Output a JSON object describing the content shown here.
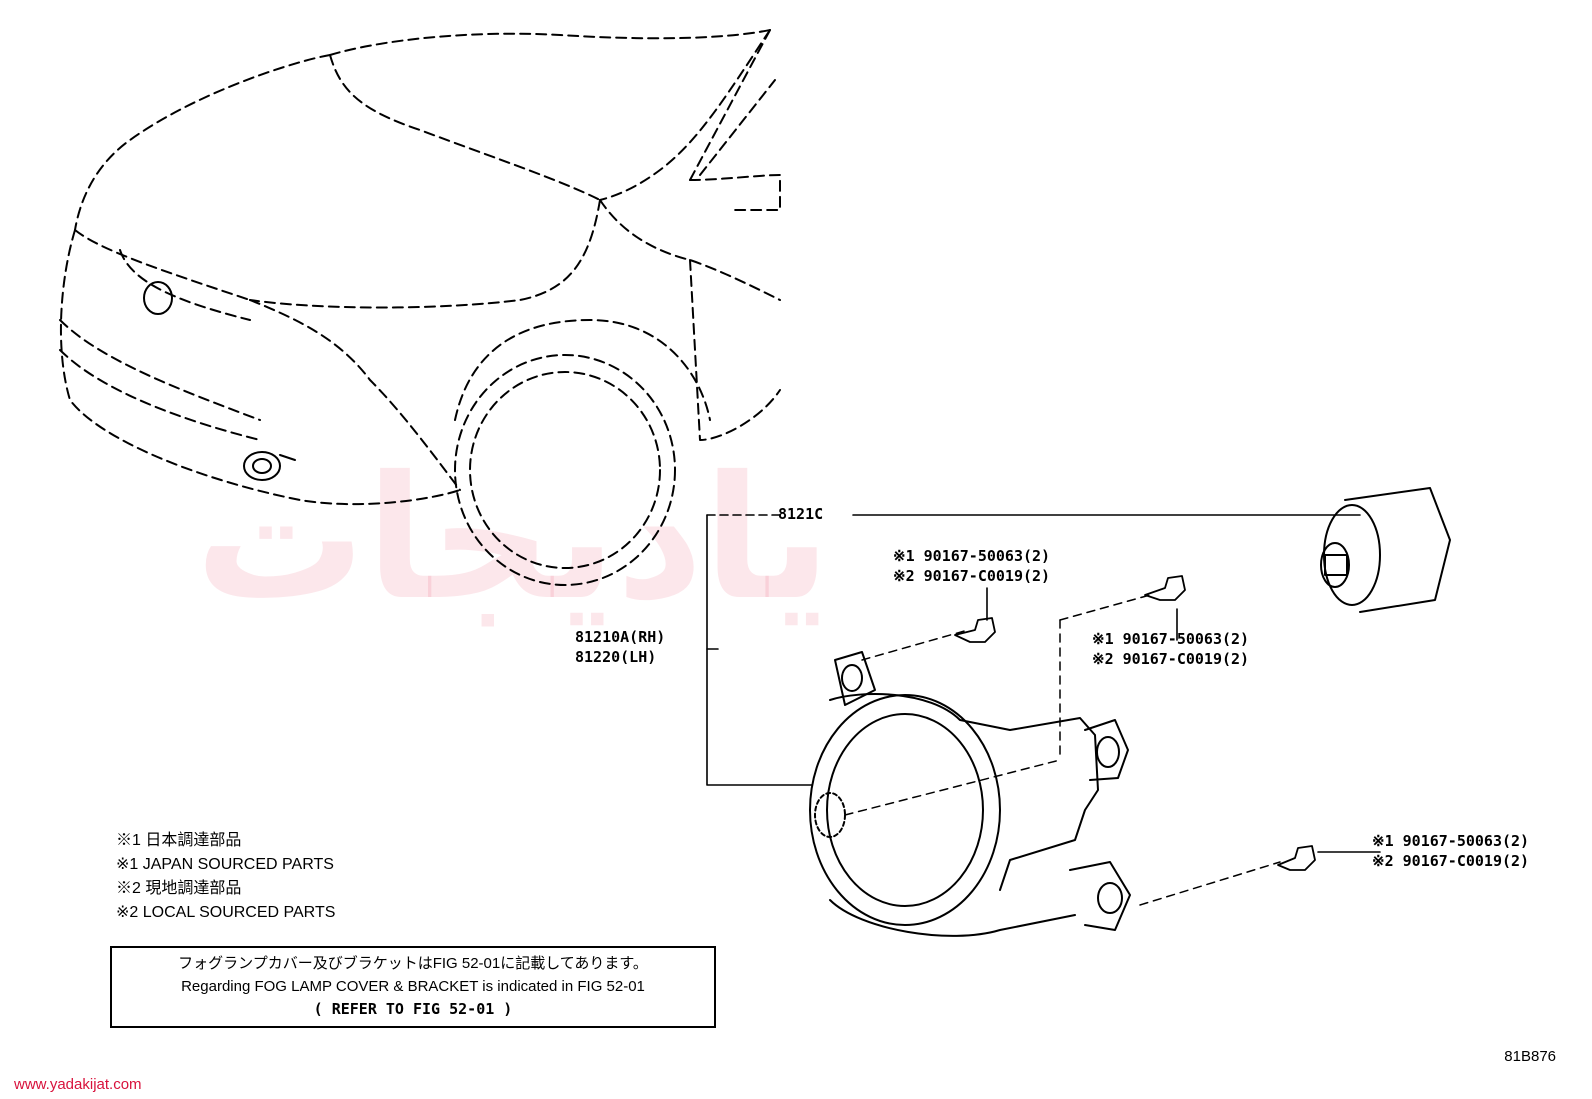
{
  "callouts": {
    "connector": "8121C",
    "lamp_rh": "81210A(RH)",
    "lamp_lh": "81220(LH)",
    "screw_top_1": "※1 90167-50063(2)",
    "screw_top_2": "※2 90167-C0019(2)",
    "screw_mid_1": "※1 90167-50063(2)",
    "screw_mid_2": "※2 90167-C0019(2)",
    "screw_low_1": "※1 90167-50063(2)",
    "screw_low_2": "※2 90167-C0019(2)"
  },
  "legend": {
    "line1": "※1 日本調達部品",
    "line2": "※1 JAPAN SOURCED PARTS",
    "line3": "※2 現地調達部品",
    "line4": "※2 LOCAL SOURCED PARTS"
  },
  "notice": {
    "jp": "フォグランプカバー及びブラケットはFIG 52-01に記載してあります。",
    "en": "Regarding FOG LAMP COVER & BRACKET is indicated in FIG 52-01",
    "ref": "(  REFER TO FIG 52-01  )"
  },
  "figure_id": "81B876",
  "site_url": "www.yadakijat.com",
  "colors": {
    "line": "#000000",
    "watermark": "#e6143c"
  },
  "icons": [
    "car-front-outline",
    "fog-lamp-assembly",
    "bulb-connector",
    "screw-icon"
  ]
}
